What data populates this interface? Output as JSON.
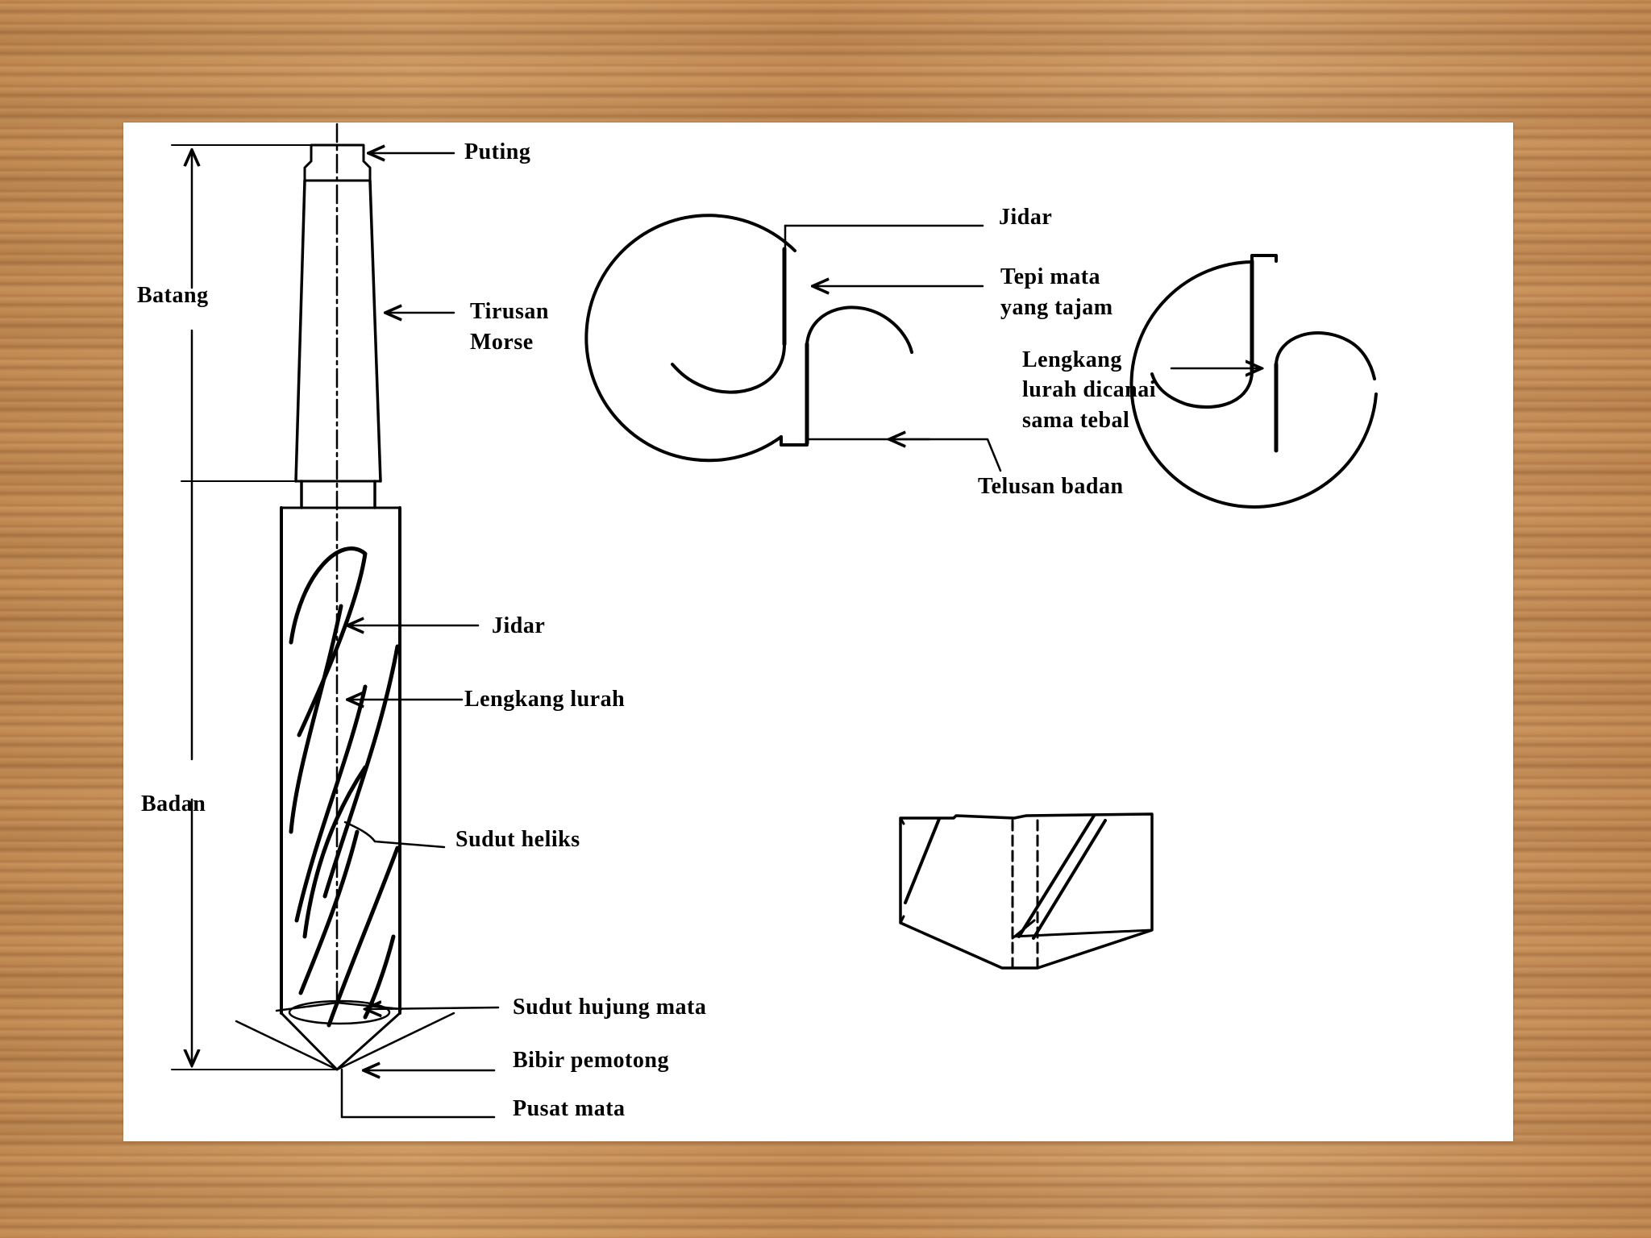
{
  "colors": {
    "background_wood": "#c9925a",
    "slide_background": "#ffffff",
    "ink": "#000000"
  },
  "drill_side_view": {
    "labels": {
      "puting": "Puting",
      "batang": "Batang",
      "tirusan_line1": "Tirusan",
      "tirusan_line2": "Morse",
      "jidar": "Jidar",
      "lengkang_lurah": "Lengkang lurah",
      "badan": "Badan",
      "sudut_heliks": "Sudut heliks",
      "sudut_hujung_mata": "Sudut hujung mata",
      "bibir_pemotong": "Bibir pemotong",
      "pusat_mata": "Pusat mata"
    }
  },
  "cross_section_view": {
    "labels": {
      "jidar": "Jidar",
      "tepi_mata_line1": "Tepi mata",
      "tepi_mata_line2": "yang tajam",
      "lengkang_line1": "Lengkang",
      "lengkang_line2": "lurah dicanai",
      "lengkang_line3": "sama tebal",
      "telusan_badan": "Telusan badan"
    }
  }
}
